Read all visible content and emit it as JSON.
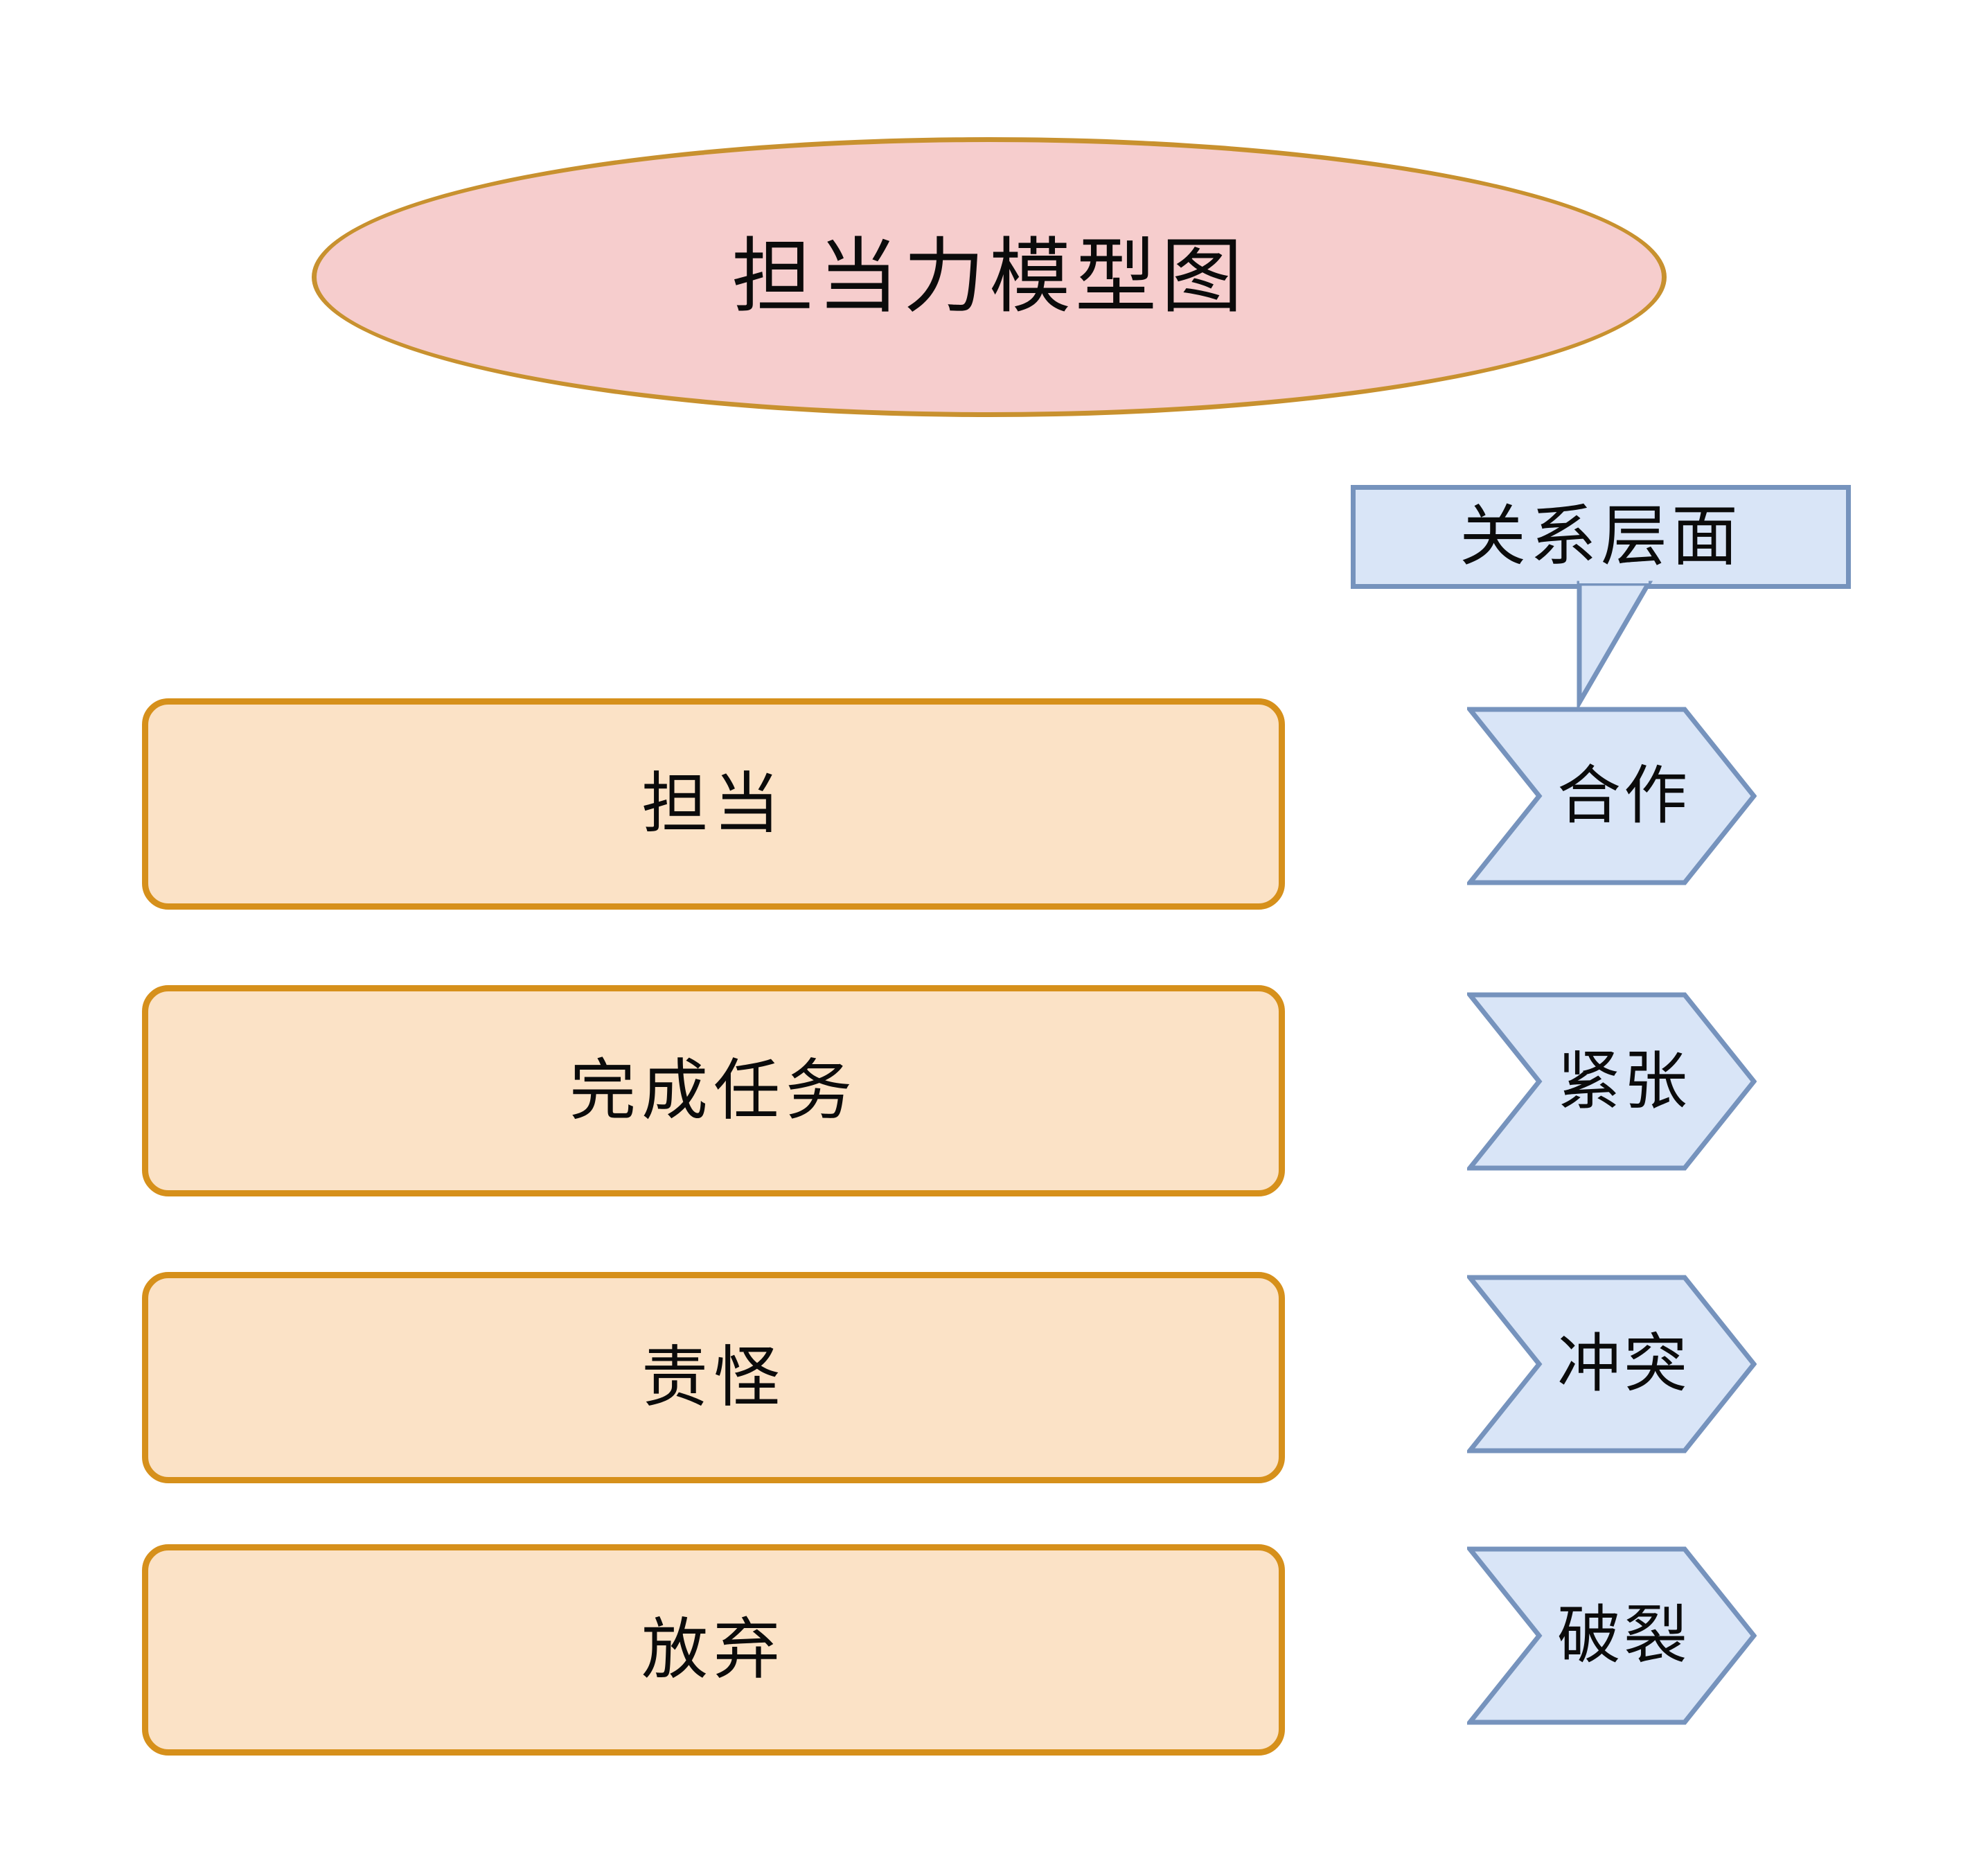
{
  "diagram": {
    "title": "担当力模型图",
    "title_shape": "ellipse",
    "colors": {
      "title_fill": "#f6cdcd",
      "title_stroke": "#c8912f",
      "level_fill": "#fbe2c6",
      "level_stroke": "#d6901b",
      "relation_fill": "#d9e5f7",
      "relation_stroke": "#7693bd",
      "text": "#0b0b0b"
    },
    "callout": {
      "label": "关系层面",
      "points_to": "合作"
    },
    "levels": [
      {
        "label": "担当"
      },
      {
        "label": "完成任务"
      },
      {
        "label": "责怪"
      },
      {
        "label": "放弃"
      }
    ],
    "relations": [
      {
        "label": "合作"
      },
      {
        "label": "紧张"
      },
      {
        "label": "冲突"
      },
      {
        "label": "破裂"
      }
    ]
  }
}
